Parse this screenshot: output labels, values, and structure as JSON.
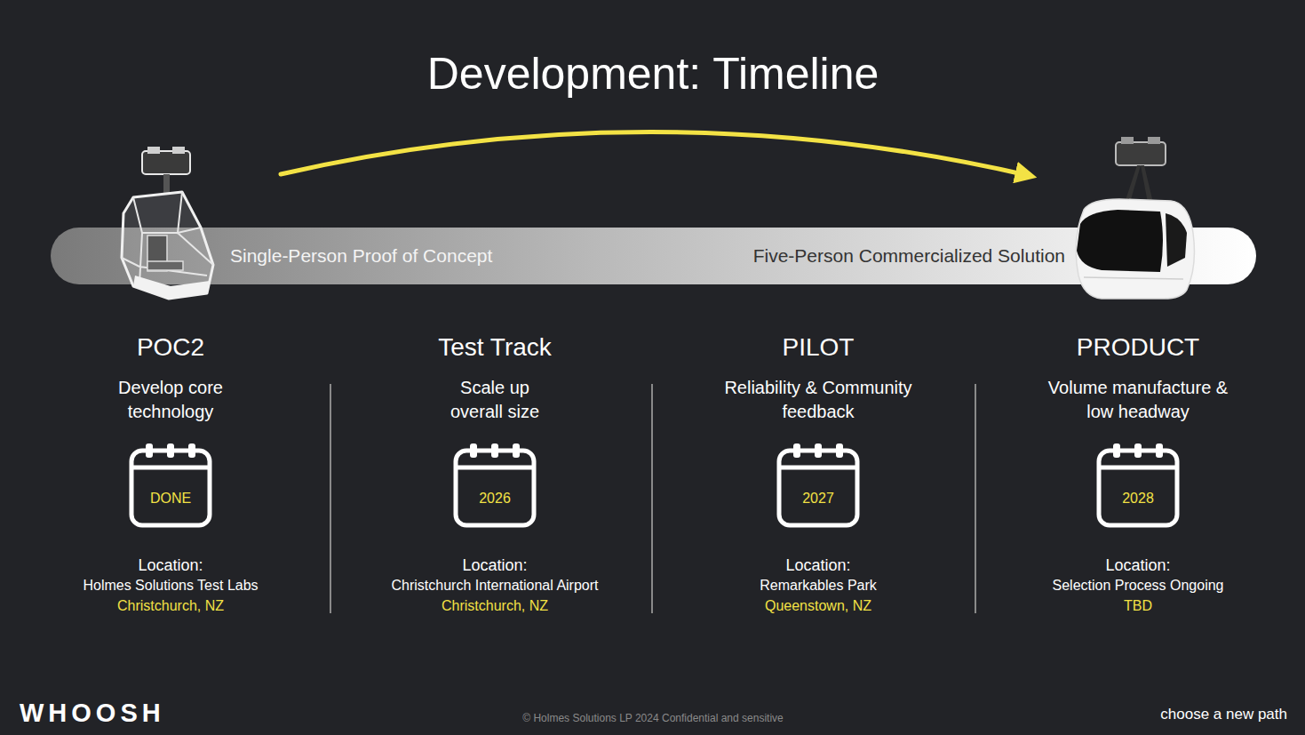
{
  "diagram": {
    "title": "Development: Timeline",
    "nodes": [
      {
        "text": [
          "Single-Person Proof of Concept",
          "Five-Person Commercialized Solution"
        ]
      },
      {
        "text": [
          "DONE"
        ]
      },
      {
        "text": [
          "2026"
        ]
      },
      {
        "text": [
          "2027"
        ]
      },
      {
        "text": [
          "2028"
        ]
      }
    ],
    "labels": [
      "POC2",
      "Develop core technology",
      "Location:",
      "Holmes Solutions Test Labs",
      "Christchurch, NZ",
      "Test Track",
      "Scale up overall size",
      "Location:",
      "Christchurch International Airport",
      "Christchurch, NZ",
      "PILOT",
      "Reliability & Community feedback",
      "Location:",
      "Remarkables Park",
      "Queenstown, NZ",
      "PRODUCT",
      "Volume manufacture & low headway",
      "Location:",
      "Selection Process Ongoing",
      "TBD",
      "WHOOSH",
      "© Holmes Solutions LP 2024 Confidential and sensitive",
      "choose a new path"
    ]
  }
}
